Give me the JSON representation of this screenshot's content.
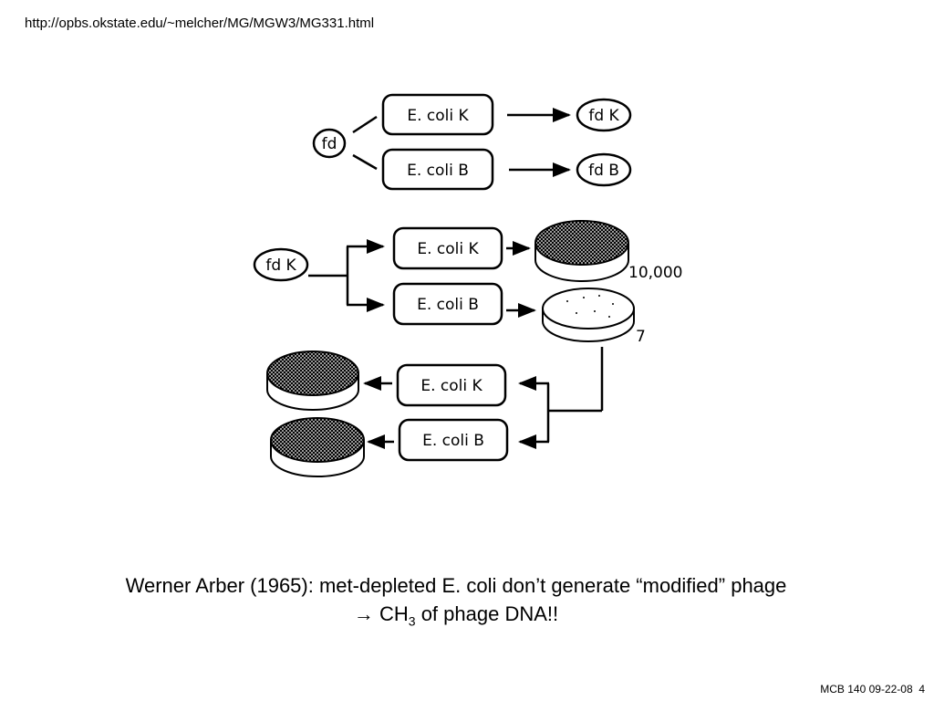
{
  "header": {
    "url": "http://opbs.okstate.edu/~melcher/MG/MGW3/MG331.html"
  },
  "diagram": {
    "top": {
      "phage": "fd",
      "host_k": "E. coli K",
      "host_b": "E. coli B",
      "progeny_k": "fd K",
      "progeny_b": "fd B"
    },
    "middle": {
      "phage": "fd K",
      "host_k": "E. coli K",
      "host_b": "E. coli B",
      "count_k": "10,000",
      "count_b": "7"
    },
    "bottom": {
      "host_k": "E. coli K",
      "host_b": "E. coli B"
    }
  },
  "caption": {
    "line1": "Werner Arber (1965): met-depleted E. coli don’t generate “modified” phage",
    "arrow": "→",
    "ch": "CH",
    "sub": "3",
    "rest": " of phage DNA!!"
  },
  "footer": {
    "label": "MCB 140 09-22-08",
    "page": "4"
  }
}
